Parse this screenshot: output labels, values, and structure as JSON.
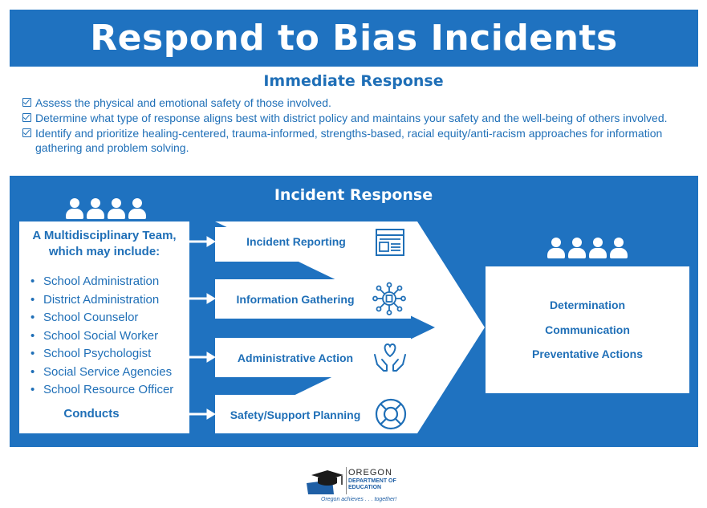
{
  "title": "Respond to Bias Incidents",
  "immediate_response": {
    "heading": "Immediate Response",
    "items": [
      "Assess the physical and emotional safety of those involved.",
      "Determine what type of response aligns best with district policy and maintains your safety and the well-being of others involved.",
      "Identify and prioritize healing-centered, trauma-informed, strengths-based, racial equity/anti-racism approaches for information gathering and problem solving."
    ]
  },
  "incident_response": {
    "heading": "Incident Response",
    "team": {
      "title": "A Multidisciplinary Team, which may include:",
      "members": [
        "School Administration",
        "District Administration",
        "School Counselor",
        "School Social Worker",
        "School Psychologist",
        "Social Service Agencies",
        "School Resource Officer"
      ],
      "footer": "Conducts"
    },
    "steps": [
      {
        "label": "Incident Reporting",
        "icon": "document-icon"
      },
      {
        "label": "Information Gathering",
        "icon": "network-search-icon"
      },
      {
        "label": "Administrative Action",
        "icon": "hands-heart-icon"
      },
      {
        "label": "Safety/Support Planning",
        "icon": "lifebuoy-icon"
      }
    ],
    "outcomes": [
      "Determination",
      "Communication",
      "Preventative Actions"
    ]
  },
  "logo": {
    "name": "OREGON",
    "department": "DEPARTMENT OF EDUCATION",
    "tagline": "Oregon achieves . . . together!"
  },
  "colors": {
    "brand_blue": "#1f72c0",
    "text_blue": "#1f6fb7",
    "white": "#ffffff"
  }
}
